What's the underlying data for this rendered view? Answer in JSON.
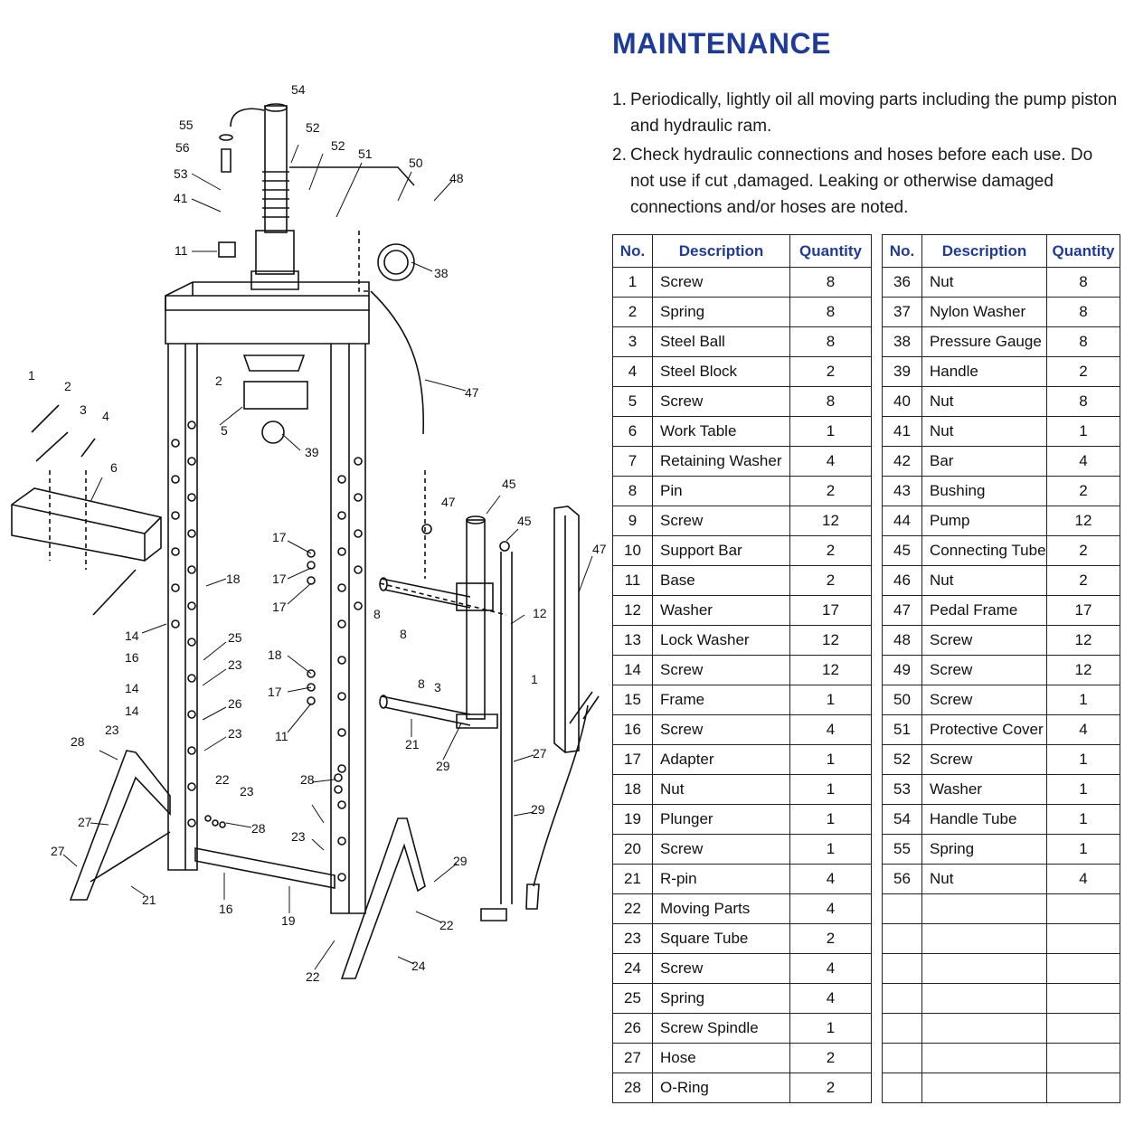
{
  "title": "MAINTENANCE",
  "instructions": [
    {
      "num": "1.",
      "text": "Periodically, lightly oil all moving parts including the pump piston and hydraulic ram."
    },
    {
      "num": "2.",
      "text": "Check hydraulic connections and hoses before each use. Do not use if cut ,damaged. Leaking or otherwise damaged connections and/or hoses are noted."
    }
  ],
  "table_headers": {
    "no": "No.",
    "description": "Description",
    "quantity": "Quantity"
  },
  "parts_left": [
    {
      "no": "1",
      "desc": "Screw",
      "qty": "8"
    },
    {
      "no": "2",
      "desc": "Spring",
      "qty": "8"
    },
    {
      "no": "3",
      "desc": "Steel Ball",
      "qty": "8"
    },
    {
      "no": "4",
      "desc": "Steel Block",
      "qty": "2"
    },
    {
      "no": "5",
      "desc": "Screw",
      "qty": "8"
    },
    {
      "no": "6",
      "desc": "Work Table",
      "qty": "1"
    },
    {
      "no": "7",
      "desc": "Retaining Washer",
      "qty": "4"
    },
    {
      "no": "8",
      "desc": "Pin",
      "qty": "2"
    },
    {
      "no": "9",
      "desc": "Screw",
      "qty": "12"
    },
    {
      "no": "10",
      "desc": "Support Bar",
      "qty": "2"
    },
    {
      "no": "11",
      "desc": "Base",
      "qty": "2"
    },
    {
      "no": "12",
      "desc": "Washer",
      "qty": "17"
    },
    {
      "no": "13",
      "desc": "Lock Washer",
      "qty": "12"
    },
    {
      "no": "14",
      "desc": "Screw",
      "qty": "12"
    },
    {
      "no": "15",
      "desc": "Frame",
      "qty": "1"
    },
    {
      "no": "16",
      "desc": "Screw",
      "qty": "4"
    },
    {
      "no": "17",
      "desc": "Adapter",
      "qty": "1"
    },
    {
      "no": "18",
      "desc": "Nut",
      "qty": "1"
    },
    {
      "no": "19",
      "desc": "Plunger",
      "qty": "1"
    },
    {
      "no": "20",
      "desc": "Screw",
      "qty": "1"
    },
    {
      "no": "21",
      "desc": "R-pin",
      "qty": "4"
    },
    {
      "no": "22",
      "desc": "Moving Parts",
      "qty": "4"
    },
    {
      "no": "23",
      "desc": "Square Tube",
      "qty": "2"
    },
    {
      "no": "24",
      "desc": "Screw",
      "qty": "4"
    },
    {
      "no": "25",
      "desc": "Spring",
      "qty": "4"
    },
    {
      "no": "26",
      "desc": "Screw Spindle",
      "qty": "1"
    },
    {
      "no": "27",
      "desc": "Hose",
      "qty": "2"
    },
    {
      "no": "28",
      "desc": "O-Ring",
      "qty": "2"
    }
  ],
  "parts_right": [
    {
      "no": "36",
      "desc": "Nut",
      "qty": "8"
    },
    {
      "no": "37",
      "desc": "Nylon Washer",
      "qty": "8"
    },
    {
      "no": "38",
      "desc": "Pressure Gauge",
      "qty": "8"
    },
    {
      "no": "39",
      "desc": "Handle",
      "qty": "2"
    },
    {
      "no": "40",
      "desc": "Nut",
      "qty": "8"
    },
    {
      "no": "41",
      "desc": "Nut",
      "qty": "1"
    },
    {
      "no": "42",
      "desc": "Bar",
      "qty": "4"
    },
    {
      "no": "43",
      "desc": "Bushing",
      "qty": "2"
    },
    {
      "no": "44",
      "desc": "Pump",
      "qty": "12"
    },
    {
      "no": "45",
      "desc": "Connecting Tube",
      "qty": "2"
    },
    {
      "no": "46",
      "desc": "Nut",
      "qty": "2"
    },
    {
      "no": "47",
      "desc": "Pedal Frame",
      "qty": "17"
    },
    {
      "no": "48",
      "desc": "Screw",
      "qty": "12"
    },
    {
      "no": "49",
      "desc": "Screw",
      "qty": "12"
    },
    {
      "no": "50",
      "desc": "Screw",
      "qty": "1"
    },
    {
      "no": "51",
      "desc": "Protective Cover",
      "qty": "4"
    },
    {
      "no": "52",
      "desc": "Screw",
      "qty": "1"
    },
    {
      "no": "53",
      "desc": "Washer",
      "qty": "1"
    },
    {
      "no": "54",
      "desc": "Handle Tube",
      "qty": "1"
    },
    {
      "no": "55",
      "desc": "Spring",
      "qty": "1"
    },
    {
      "no": "56",
      "desc": "Nut",
      "qty": "4"
    },
    {
      "no": "",
      "desc": "",
      "qty": ""
    },
    {
      "no": "",
      "desc": "",
      "qty": ""
    },
    {
      "no": "",
      "desc": "",
      "qty": ""
    },
    {
      "no": "",
      "desc": "",
      "qty": ""
    },
    {
      "no": "",
      "desc": "",
      "qty": ""
    },
    {
      "no": "",
      "desc": "",
      "qty": ""
    },
    {
      "no": "",
      "desc": "",
      "qty": ""
    }
  ],
  "diagram": {
    "callouts": [
      "54",
      "55",
      "52",
      "56",
      "52",
      "51",
      "50",
      "48",
      "53",
      "41",
      "11",
      "38",
      "47",
      "1",
      "2",
      "2",
      "3",
      "4",
      "5",
      "39",
      "6",
      "45",
      "47",
      "45",
      "47",
      "17",
      "17",
      "17",
      "18",
      "8",
      "8",
      "12",
      "14",
      "25",
      "16",
      "23",
      "14",
      "26",
      "14",
      "18",
      "3",
      "8",
      "1",
      "17",
      "23",
      "11",
      "21",
      "29",
      "27",
      "28",
      "22",
      "23",
      "28",
      "23",
      "28",
      "27",
      "29",
      "27",
      "23",
      "21",
      "16",
      "19",
      "29",
      "22",
      "22",
      "24"
    ]
  }
}
